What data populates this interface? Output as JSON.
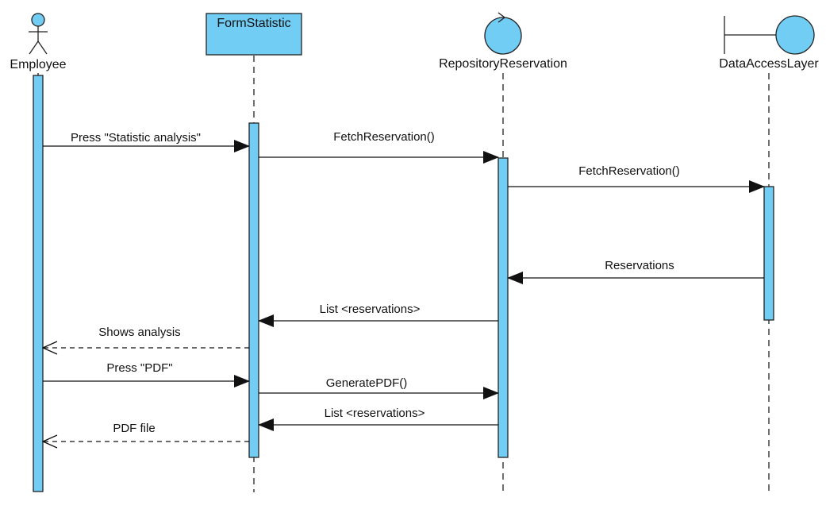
{
  "colors": {
    "fill": "#72cdf4",
    "line": "#222222"
  },
  "participants": {
    "employee": {
      "label": "Employee",
      "type": "actor"
    },
    "form": {
      "label": "FormStatistic",
      "type": "box"
    },
    "repository": {
      "label": "RepositoryReservation",
      "type": "control"
    },
    "dal": {
      "label": "DataAccessLayer",
      "type": "boundary"
    }
  },
  "messages": [
    {
      "text": "Press \"Statistic analysis\"",
      "from": "employee",
      "to": "form",
      "kind": "sync"
    },
    {
      "text": "FetchReservation()",
      "from": "form",
      "to": "repository",
      "kind": "sync"
    },
    {
      "text": "FetchReservation()",
      "from": "repository",
      "to": "dal",
      "kind": "sync"
    },
    {
      "text": "Reservations",
      "from": "dal",
      "to": "repository",
      "kind": "sync"
    },
    {
      "text": "List <reservations>",
      "from": "repository",
      "to": "form",
      "kind": "sync"
    },
    {
      "text": "Shows analysis",
      "from": "form",
      "to": "employee",
      "kind": "return"
    },
    {
      "text": "Press \"PDF\"",
      "from": "employee",
      "to": "form",
      "kind": "sync"
    },
    {
      "text": "GeneratePDF()",
      "from": "form",
      "to": "repository",
      "kind": "sync"
    },
    {
      "text": "List <reservations>",
      "from": "repository",
      "to": "form",
      "kind": "sync"
    },
    {
      "text": "PDF file",
      "from": "form",
      "to": "employee",
      "kind": "return"
    }
  ]
}
